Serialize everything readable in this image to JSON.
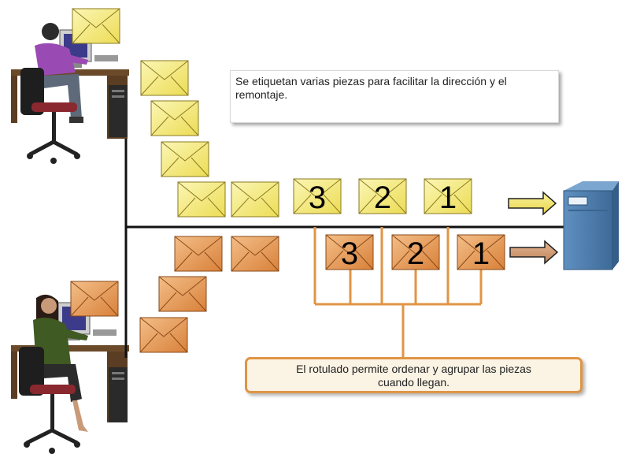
{
  "callouts": {
    "top_text": "Se etiquetan varias piezas para facilitar la dirección y el\nremontaje.",
    "bottom_text": "El rotulado permite ordenar y agrupar las piezas\ncuando llegan."
  },
  "packets": {
    "yellow": [
      {
        "number": "3"
      },
      {
        "number": "2"
      },
      {
        "number": "1"
      }
    ],
    "orange": [
      {
        "number": "3"
      },
      {
        "number": "2"
      },
      {
        "number": "1"
      }
    ]
  },
  "icons": {
    "sender_top": "person-at-computer-icon",
    "sender_bottom": "person-at-computer-icon",
    "server": "server-icon",
    "envelope": "envelope-icon",
    "arrow": "arrow-right-icon"
  },
  "colors": {
    "yellow_fill": "#f5ea7a",
    "yellow_stroke": "#8a7a22",
    "orange_fill": "#e59a55",
    "orange_stroke": "#8a4a18",
    "bracket": "#e09545",
    "network_line": "#111111",
    "server_blue": "#4a79a8"
  }
}
